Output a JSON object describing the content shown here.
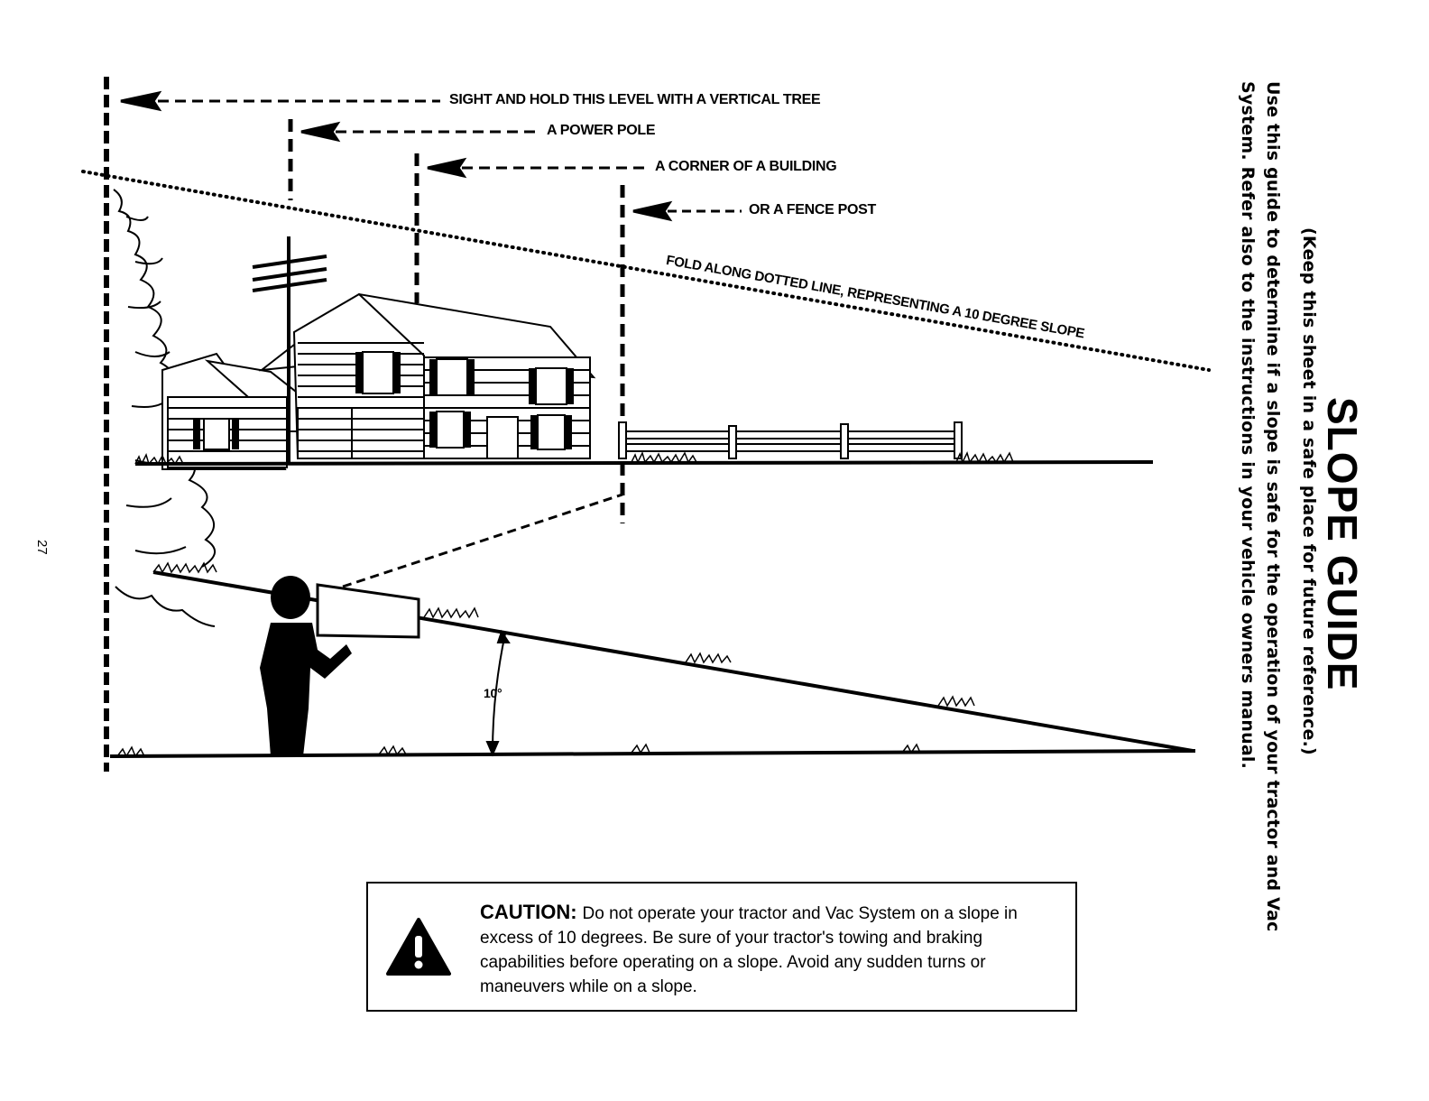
{
  "page": {
    "title": "SLOPE GUIDE",
    "subtitle": "(Keep this sheet in a safe place for future reference.)",
    "instruction_line1": "Use this guide to determine if a slope is safe for the operation of your tractor and Vac",
    "instruction_line2": "System. Refer also to the instructions in your vehicle owners manual.",
    "page_number": "27"
  },
  "diagram": {
    "sight_label": "SIGHT AND HOLD THIS LEVEL WITH A VERTICAL TREE",
    "power_pole_label": "A POWER POLE",
    "building_corner_label": "A CORNER OF A BUILDING",
    "fence_post_label": "OR A FENCE POST",
    "fold_label": "FOLD ALONG DOTTED LINE, REPRESENTING A 10 DEGREE SLOPE",
    "angle_label": "10°"
  },
  "caution": {
    "heading": "CAUTION:",
    "text": "Do not operate your tractor and Vac System on a slope in excess of 10 degrees. Be sure of your tractor's towing and braking capabilities before operating on a slope. Avoid any sudden turns or maneuvers while on a slope.",
    "icon": "warning-triangle-icon"
  }
}
